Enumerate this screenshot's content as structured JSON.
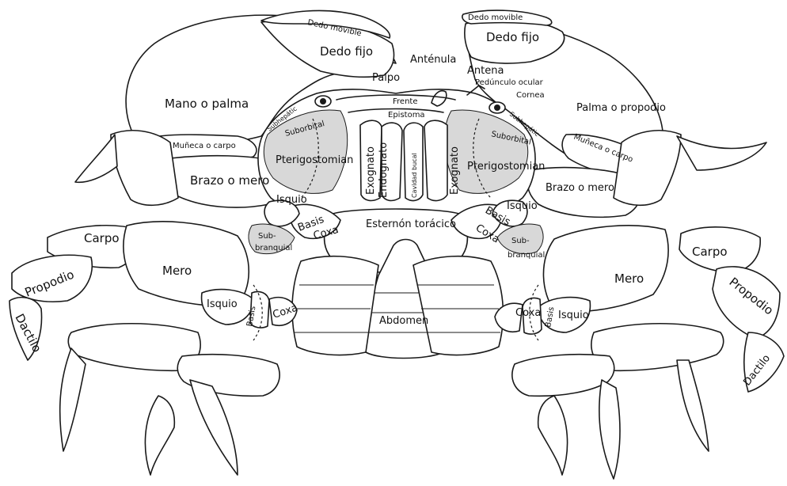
{
  "labels": {
    "dedo_movible_left": "Dedo movible",
    "dedo_fijo_left": "Dedo fijo",
    "mano_palma": "Mano o palma",
    "muneca_carpo_left": "Muñeca o carpo",
    "brazo_mero_left": "Brazo o mero",
    "pterigostomian_left": "Pterigostomian",
    "isquio_left_upper": "Isquio",
    "basis_left_upper": "Basis",
    "coxa_left_upper": "Coxa",
    "subhepatic_left": "Subhepátic",
    "suborbital_left": "Suborbital",
    "carpo_left": "Carpo",
    "propodio_left": "Propodio",
    "dactilo_left": "Dactilo",
    "mero_left": "Mero",
    "sub_left": "Sub-",
    "branquial_left": "branquial",
    "isquio_left_lower": "Isquio",
    "basis_left_lower": "Basis",
    "coxa_left_lower": "Coxa",
    "palpo": "Palpo",
    "antenula": "Anténula",
    "antena": "Antena",
    "peduncolo_ocular": "Pedúnculo ocular",
    "cornea": "Cornea",
    "frente": "Frente",
    "epistoma": "Epistoma",
    "exognato_left": "Exognato",
    "endognato": "Endognato",
    "cavidad_bucal": "Cavidad bucal",
    "exognato_right": "Exognato",
    "esternon": "Esternón torácico",
    "abdomen": "Abdomen",
    "dedo_movible_right": "Dedo movible",
    "dedo_fijo_right": "Dedo fijo",
    "palma_propodio": "Palma o propodio",
    "subhepatic_right": "Subhepátic",
    "suborbital_right": "Suborbital",
    "muneca_carpo_right": "Muñeca o carpo",
    "pterigostomian_right": "Pterigostomian",
    "brazo_mero_right": "Brazo o mero",
    "isquio_right_upper": "Isquio",
    "basis_right_upper": "Basis",
    "coxa_right_upper": "Coxa",
    "sub_right": "Sub-",
    "branquial_right": "branquial",
    "carpo_right": "Carpo",
    "propodio_right": "Propodio",
    "mero_right": "Mero",
    "dactilo_right": "Dactilo",
    "coxa_right_lower": "Coxa",
    "basis_right_lower": "Basis",
    "isquio_right_lower": "Isquio"
  },
  "colors": {
    "line": "#1a1a1a",
    "background": "#ffffff",
    "stipple": "#d8d8d8"
  }
}
